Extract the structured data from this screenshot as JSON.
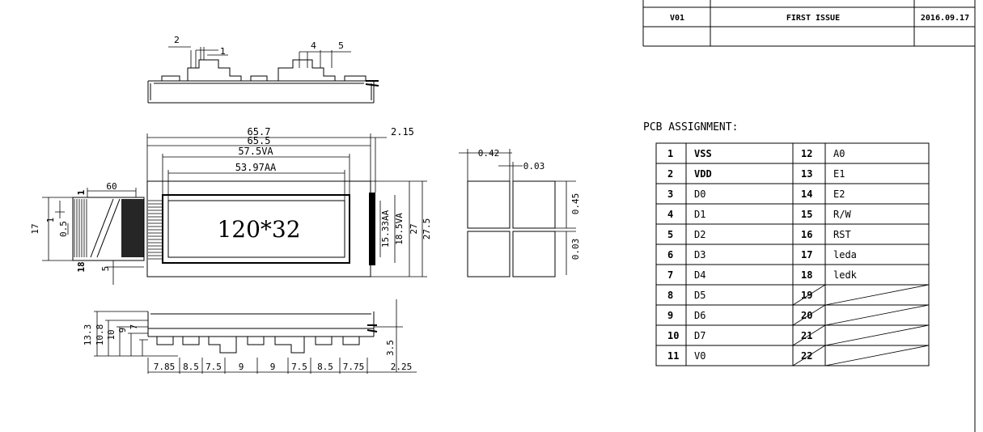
{
  "revision": {
    "rev": "V01",
    "description": "FIRST ISSUE",
    "date": "2016.09.17"
  },
  "pcb_title": "PCB ASSIGNMENT:",
  "pins_left": [
    {
      "no": "1",
      "name": "VSS"
    },
    {
      "no": "2",
      "name": "VDD"
    },
    {
      "no": "3",
      "name": "D0"
    },
    {
      "no": "4",
      "name": "D1"
    },
    {
      "no": "5",
      "name": "D2"
    },
    {
      "no": "6",
      "name": "D3"
    },
    {
      "no": "7",
      "name": "D4"
    },
    {
      "no": "8",
      "name": "D5"
    },
    {
      "no": "9",
      "name": "D6"
    },
    {
      "no": "10",
      "name": "D7"
    },
    {
      "no": "11",
      "name": "V0"
    }
  ],
  "pins_right": [
    {
      "no": "12",
      "name": "A0"
    },
    {
      "no": "13",
      "name": "E1"
    },
    {
      "no": "14",
      "name": "E2"
    },
    {
      "no": "15",
      "name": "R/W"
    },
    {
      "no": "16",
      "name": "RST"
    },
    {
      "no": "17",
      "name": "leda"
    },
    {
      "no": "18",
      "name": "ledk"
    },
    {
      "no": "19",
      "name": ""
    },
    {
      "no": "20",
      "name": ""
    },
    {
      "no": "21",
      "name": ""
    },
    {
      "no": "22",
      "name": ""
    }
  ],
  "display_text": "120*32",
  "dims": {
    "top_2": "2",
    "top_1": "1",
    "top_4": "4",
    "top_5": "5",
    "w_657": "65.7",
    "w_655": "65.5",
    "w_575": "57.5VA",
    "w_5397": "53.97AA",
    "w_215": "2.15",
    "fpc_60": "60",
    "fpc_1": "1",
    "fpc_17": "17",
    "fpc_1b": "1",
    "fpc_05": "0.5",
    "fpc_18": "18",
    "fpc_5": "5",
    "h_1533": "15.33AA",
    "h_185": "18.5VA",
    "h_27": "27",
    "h_275": "27.5",
    "px_042": "0.42",
    "px_003": "0.03",
    "px_045": "0.45",
    "px_003b": "0.03",
    "b_133": "13.3",
    "b_108": "10.8",
    "b_10": "10",
    "b_9": "9",
    "b_7": "7",
    "b_35": "3.5",
    "b_785": "7.85",
    "b_85": "8.5",
    "b_75": "7.5",
    "b_9a": "9",
    "b_9b": "9",
    "b_75b": "7.5",
    "b_85b": "8.5",
    "b_775": "7.75",
    "b_225": "2.25"
  }
}
